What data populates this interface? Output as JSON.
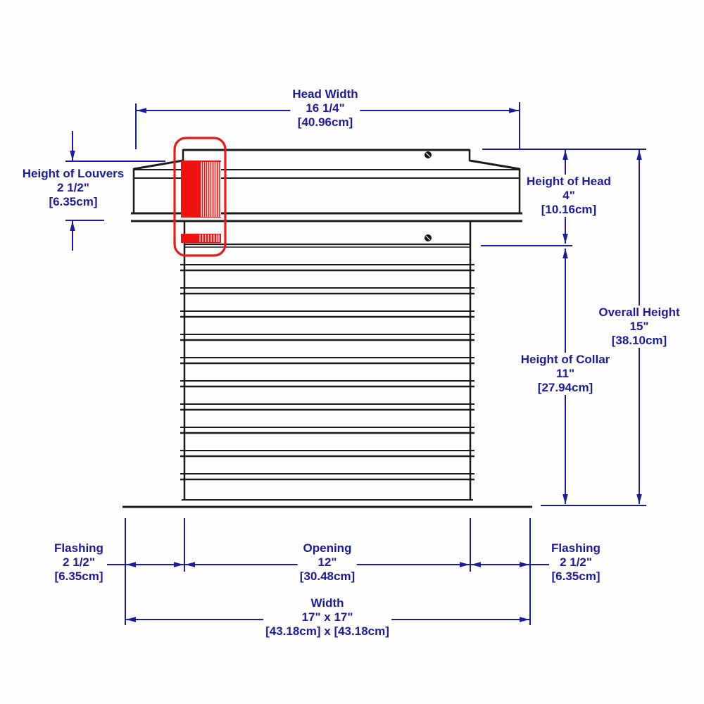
{
  "diagram": {
    "type": "technical-dimension-drawing",
    "subject": "roof vent with flashing, collar, louvered head",
    "colors": {
      "dimension_blue": "#1b1b9e",
      "drawing_black": "#1a1a1a",
      "highlight_red": "#ee1212",
      "background": "#fefefe"
    },
    "dimensions": {
      "head_width": {
        "label": "Head Width",
        "imperial": "16 1/4\"",
        "metric": "[40.96cm]"
      },
      "height_of_louvers": {
        "label": "Height of Louvers",
        "imperial": "2 1/2\"",
        "metric": "[6.35cm]"
      },
      "height_of_head": {
        "label": "Height of Head",
        "imperial": "4\"",
        "metric": "[10.16cm]"
      },
      "overall_height": {
        "label": "Overall Height",
        "imperial": "15\"",
        "metric": "[38.10cm]"
      },
      "height_of_collar": {
        "label": "Height of Collar",
        "imperial": "11\"",
        "metric": "[27.94cm]"
      },
      "flashing_left": {
        "label": "Flashing",
        "imperial": "2 1/2\"",
        "metric": "[6.35cm]"
      },
      "opening": {
        "label": "Opening",
        "imperial": "12\"",
        "metric": "[30.48cm]"
      },
      "flashing_right": {
        "label": "Flashing",
        "imperial": "2 1/2\"",
        "metric": "[6.35cm]"
      },
      "width": {
        "label": "Width",
        "imperial": "17\" x 17\"",
        "metric": "[43.18cm] x [43.18cm]"
      }
    }
  }
}
